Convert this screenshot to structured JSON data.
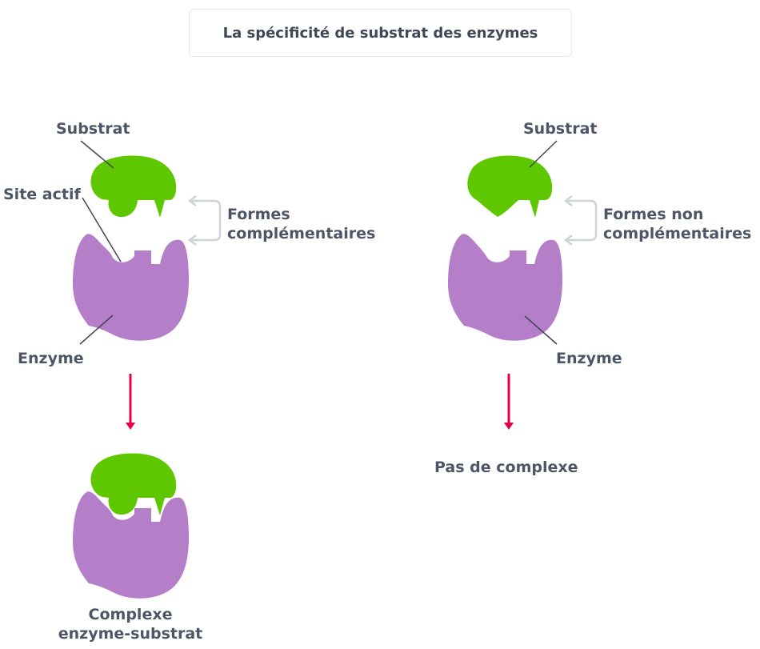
{
  "title": "La spécificité de substrat des enzymes",
  "left": {
    "substrate_label": "Substrat",
    "active_site_label": "Site actif",
    "shapes_label_line1": "Formes",
    "shapes_label_line2": "complémentaires",
    "enzyme_label": "Enzyme",
    "result_line1": "Complexe",
    "result_line2": "enzyme-substrat"
  },
  "right": {
    "substrate_label": "Substrat",
    "shapes_label_line1": "Formes non",
    "shapes_label_line2": "complémentaires",
    "enzyme_label": "Enzyme",
    "result": "Pas de complexe"
  },
  "colors": {
    "substrate": "#5fc700",
    "enzyme": "#b47ec8",
    "arrow": "#e4004f",
    "bracket": "#cfd2d6",
    "leader": "#3f4756"
  }
}
